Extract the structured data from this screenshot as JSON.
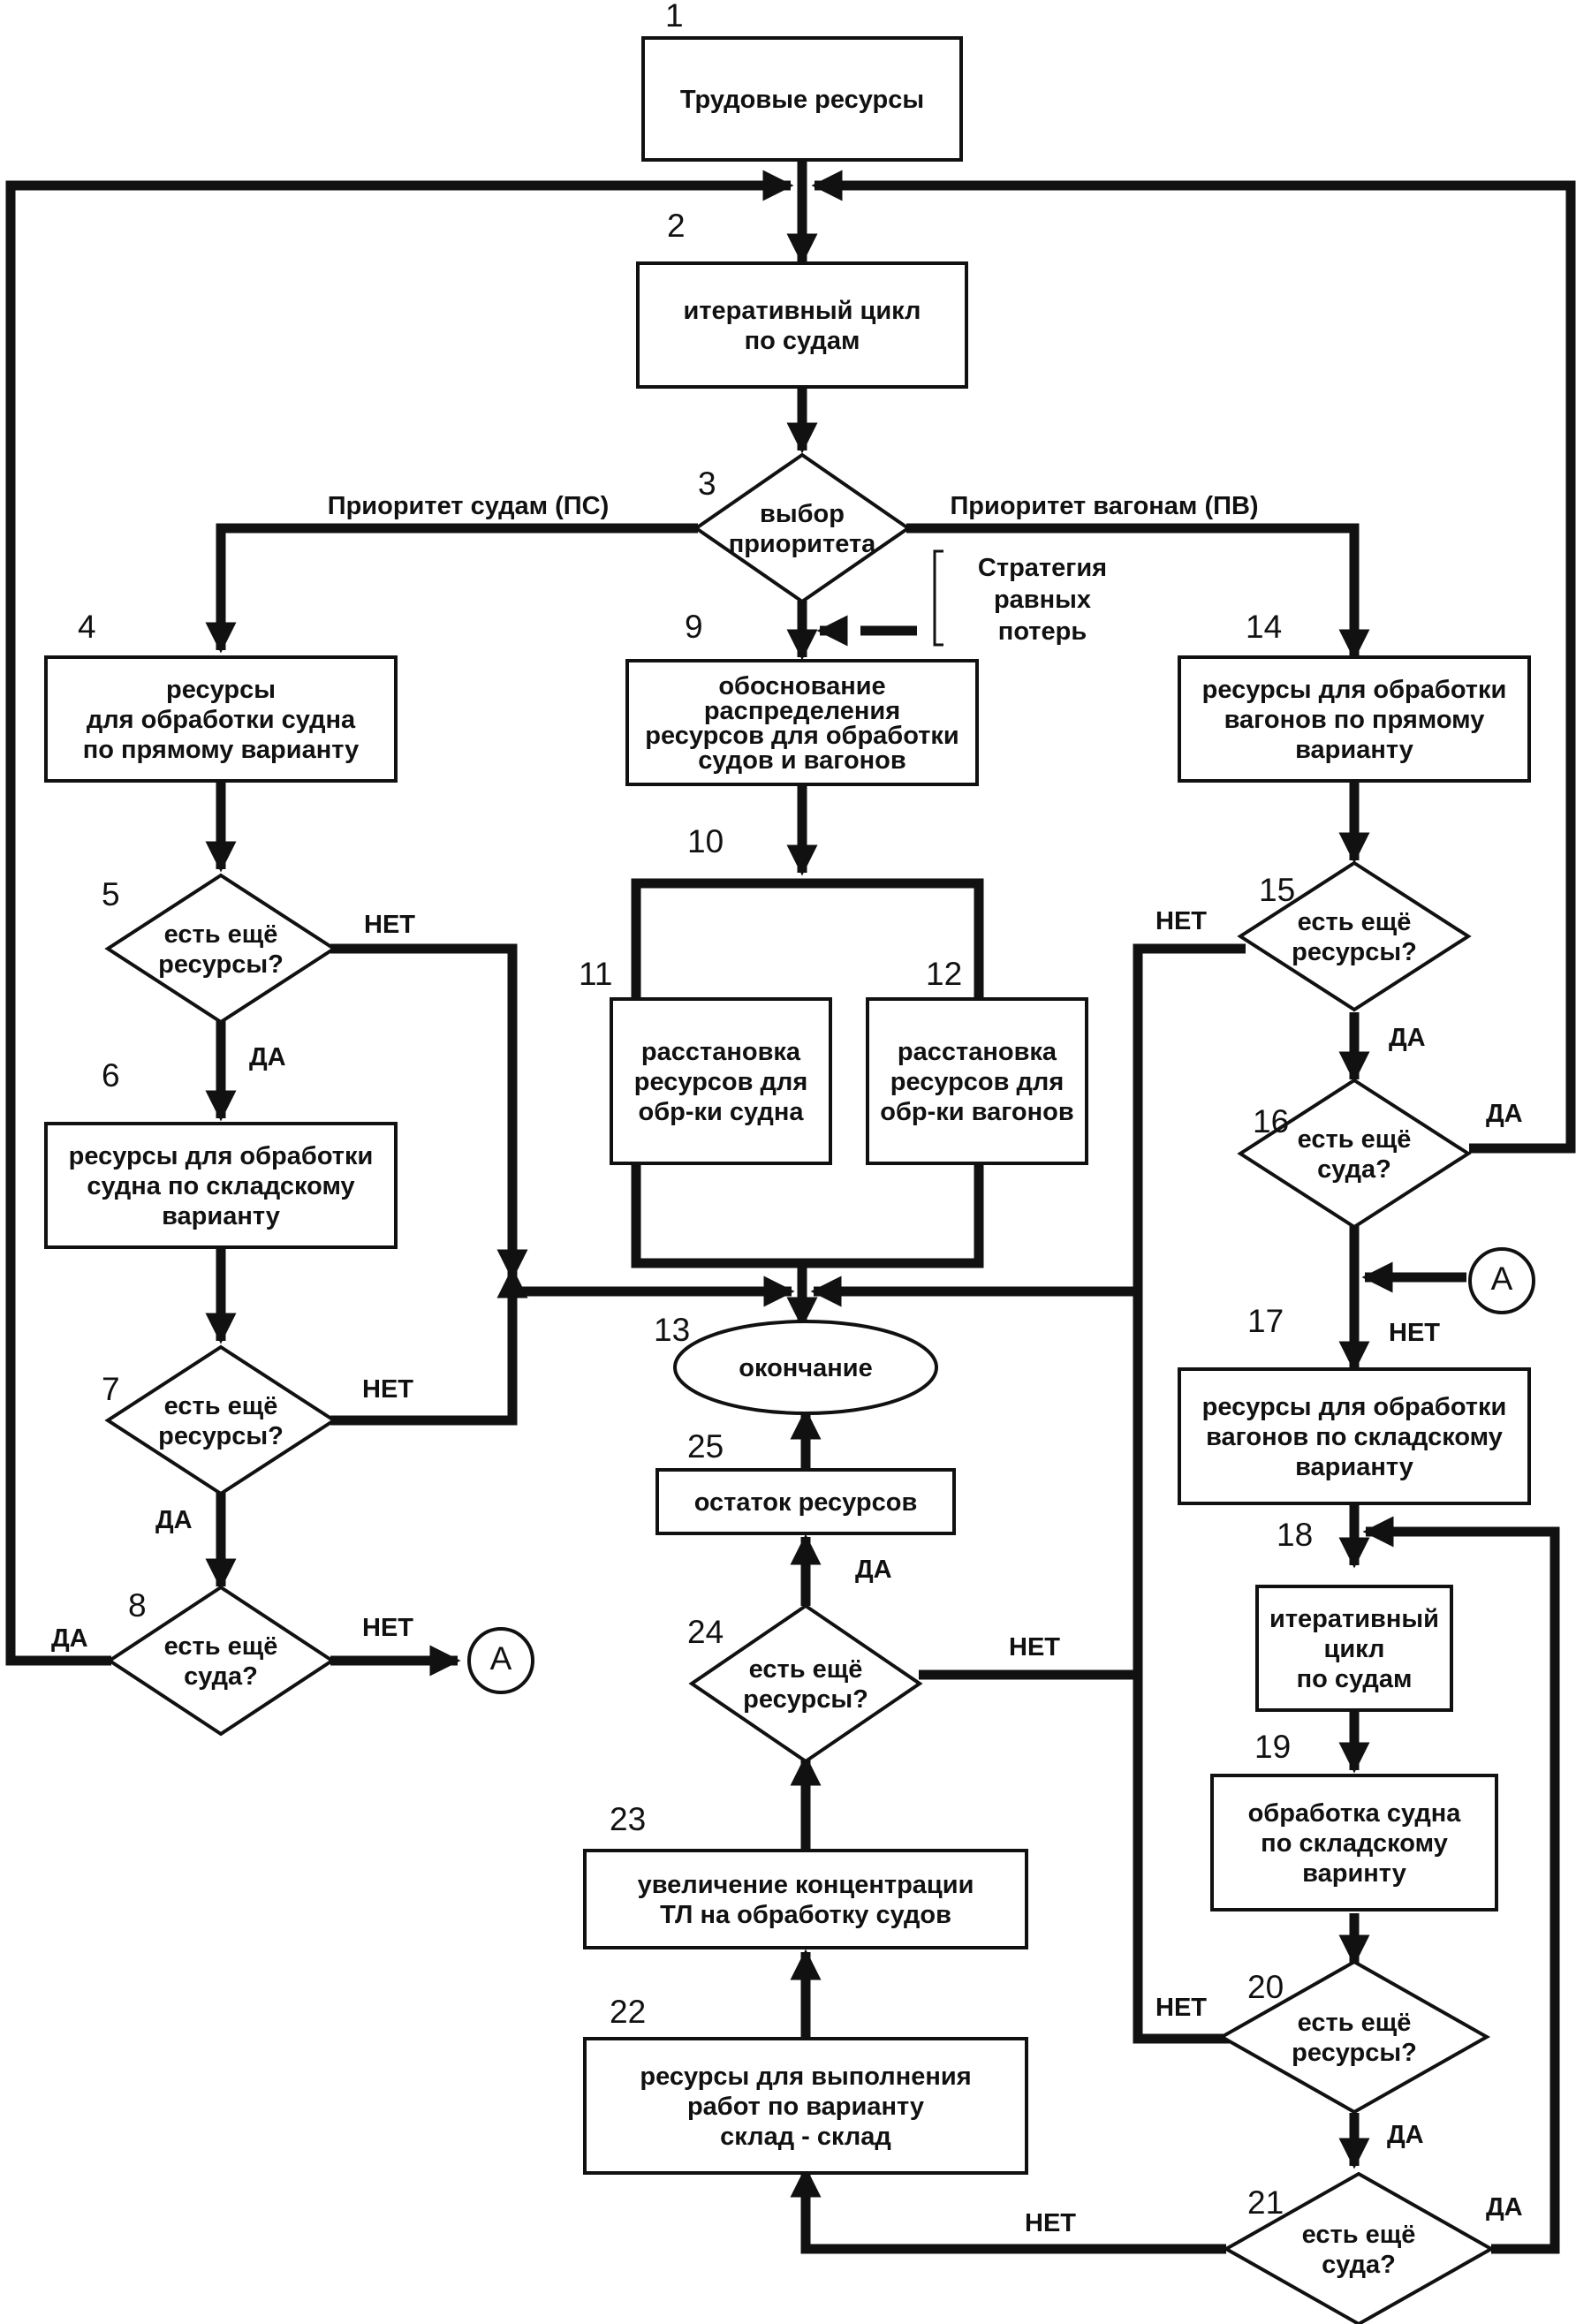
{
  "nodes": [
    {
      "id": "1",
      "num": "1",
      "shape": "rect",
      "lines": [
        "Трудовые ресурсы"
      ]
    },
    {
      "id": "2",
      "num": "2",
      "shape": "rect",
      "lines": [
        "итеративный цикл",
        "по судам"
      ]
    },
    {
      "id": "3",
      "num": "3",
      "shape": "diamond",
      "lines": [
        "выбор",
        "приоритета"
      ]
    },
    {
      "id": "4",
      "num": "4",
      "shape": "rect",
      "lines": [
        "ресурсы",
        "для обработки судна",
        "по прямому варианту"
      ]
    },
    {
      "id": "5",
      "num": "5",
      "shape": "diamond",
      "lines": [
        "есть ещё",
        "ресурсы?"
      ]
    },
    {
      "id": "6",
      "num": "6",
      "shape": "rect",
      "lines": [
        "ресурсы для обработки",
        "судна по складскому",
        "варианту"
      ]
    },
    {
      "id": "7",
      "num": "7",
      "shape": "diamond",
      "lines": [
        "есть ещё",
        "ресурсы?"
      ]
    },
    {
      "id": "8",
      "num": "8",
      "shape": "diamond",
      "lines": [
        "есть ещё",
        "суда?"
      ]
    },
    {
      "id": "9",
      "num": "9",
      "shape": "rect",
      "lines": [
        "обоснование",
        "распределения",
        "ресурсов для обработки",
        "судов и вагонов"
      ]
    },
    {
      "id": "10",
      "num": "10",
      "shape": "none",
      "lines": []
    },
    {
      "id": "11",
      "num": "11",
      "shape": "rect",
      "lines": [
        "расстановка",
        "ресурсов для",
        "обр-ки судна"
      ]
    },
    {
      "id": "12",
      "num": "12",
      "shape": "rect",
      "lines": [
        "расстановка",
        "ресурсов для",
        "обр-ки вагонов"
      ]
    },
    {
      "id": "13",
      "num": "13",
      "shape": "ellipse",
      "lines": [
        "окончание"
      ]
    },
    {
      "id": "14",
      "num": "14",
      "shape": "rect",
      "lines": [
        "ресурсы для обработки",
        "вагонов по прямому",
        "варианту"
      ]
    },
    {
      "id": "15",
      "num": "15",
      "shape": "diamond",
      "lines": [
        "есть ещё",
        "ресурсы?"
      ]
    },
    {
      "id": "16",
      "num": "16",
      "shape": "diamond",
      "lines": [
        "есть ещё",
        "суда?"
      ]
    },
    {
      "id": "17",
      "num": "17",
      "shape": "rect",
      "lines": [
        "ресурсы для обработки",
        "вагонов по складскому",
        "варианту"
      ]
    },
    {
      "id": "18",
      "num": "18",
      "shape": "rect",
      "lines": [
        "итеративный",
        "цикл",
        "по судам"
      ]
    },
    {
      "id": "19",
      "num": "19",
      "shape": "rect",
      "lines": [
        "обработка судна",
        "по складскому",
        "варинту"
      ]
    },
    {
      "id": "20",
      "num": "20",
      "shape": "diamond",
      "lines": [
        "есть ещё",
        "ресурсы?"
      ]
    },
    {
      "id": "21",
      "num": "21",
      "shape": "diamond",
      "lines": [
        "есть ещё",
        "суда?"
      ]
    },
    {
      "id": "22",
      "num": "22",
      "shape": "rect",
      "lines": [
        "ресурсы для выполнения",
        "работ по варианту",
        "склад - склад"
      ]
    },
    {
      "id": "23",
      "num": "23",
      "shape": "rect",
      "lines": [
        "увеличение концентрации",
        "ТЛ на обработку судов"
      ]
    },
    {
      "id": "24",
      "num": "24",
      "shape": "diamond",
      "lines": [
        "есть ещё",
        "ресурсы?"
      ]
    },
    {
      "id": "25",
      "num": "25",
      "shape": "rect",
      "lines": [
        "остаток ресурсов"
      ]
    },
    {
      "id": "A1",
      "num": "",
      "shape": "circle",
      "lines": [
        "A"
      ]
    },
    {
      "id": "A2",
      "num": "",
      "shape": "circle",
      "lines": [
        "A"
      ]
    }
  ],
  "edge_labels": [
    {
      "id": "ps",
      "text": "Приоритет судам (ПС)"
    },
    {
      "id": "pv",
      "text": "Приоритет вагонам (ПВ)"
    },
    {
      "id": "strategy",
      "lines": [
        "Стратегия",
        "равных",
        "потерь"
      ]
    },
    {
      "id": "no5",
      "text": "НЕТ"
    },
    {
      "id": "yes5",
      "text": "ДА"
    },
    {
      "id": "no7",
      "text": "НЕТ"
    },
    {
      "id": "yes7",
      "text": "ДА"
    },
    {
      "id": "yes8",
      "text": "ДА"
    },
    {
      "id": "no8",
      "text": "НЕТ"
    },
    {
      "id": "no15",
      "text": "НЕТ"
    },
    {
      "id": "yes15",
      "text": "ДА"
    },
    {
      "id": "yes16",
      "text": "ДА"
    },
    {
      "id": "no16",
      "text": "НЕТ"
    },
    {
      "id": "no20",
      "text": "НЕТ"
    },
    {
      "id": "yes20",
      "text": "ДА"
    },
    {
      "id": "no21",
      "text": "НЕТ"
    },
    {
      "id": "yes21",
      "text": "ДА"
    },
    {
      "id": "yes24",
      "text": "ДА"
    },
    {
      "id": "no24",
      "text": "НЕТ"
    }
  ]
}
